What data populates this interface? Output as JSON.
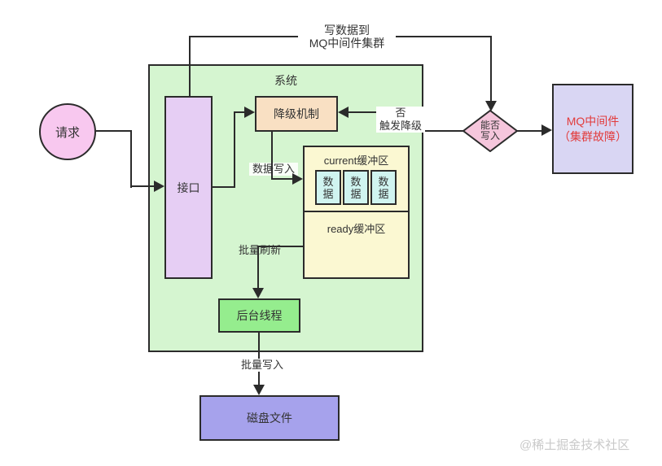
{
  "nodes": {
    "request": "请求",
    "system_title": "系统",
    "interface": "接口",
    "degrade": "降级机制",
    "current_buffer_title": "current缓冲区",
    "ready_buffer_title": "ready缓冲区",
    "data_items": [
      "数据",
      "数据",
      "数据"
    ],
    "thread": "后台线程",
    "decision_line1": "能否",
    "decision_line2": "写入",
    "mq_line1": "MQ中间件",
    "mq_line2": "（集群故障）",
    "disk": "磁盘文件"
  },
  "edges": {
    "write_to_mq_line1": "写数据到",
    "write_to_mq_line2": "MQ中间件集群",
    "no_line1": "否",
    "no_line2": "触发降级",
    "data_write": "数据写入",
    "batch_refresh": "批量刷新",
    "batch_write": "批量写入"
  },
  "watermark": "@稀土掘金技术社区",
  "colors": {
    "line": "#2b2b2b",
    "system_fill": "#d5f5d0",
    "request_fill": "#f8c8ef",
    "interface_fill": "#e6cef4",
    "degrade_fill": "#f9e0c3",
    "buffer_fill": "#fbf8d2",
    "data_fill": "#d0f4f0",
    "thread_fill": "#95ed8e",
    "diamond_fill": "#f5c6dc",
    "mq_fill": "#d9d6f3",
    "mq_text": "#e23b3b",
    "disk_fill": "#a6a2ec"
  }
}
